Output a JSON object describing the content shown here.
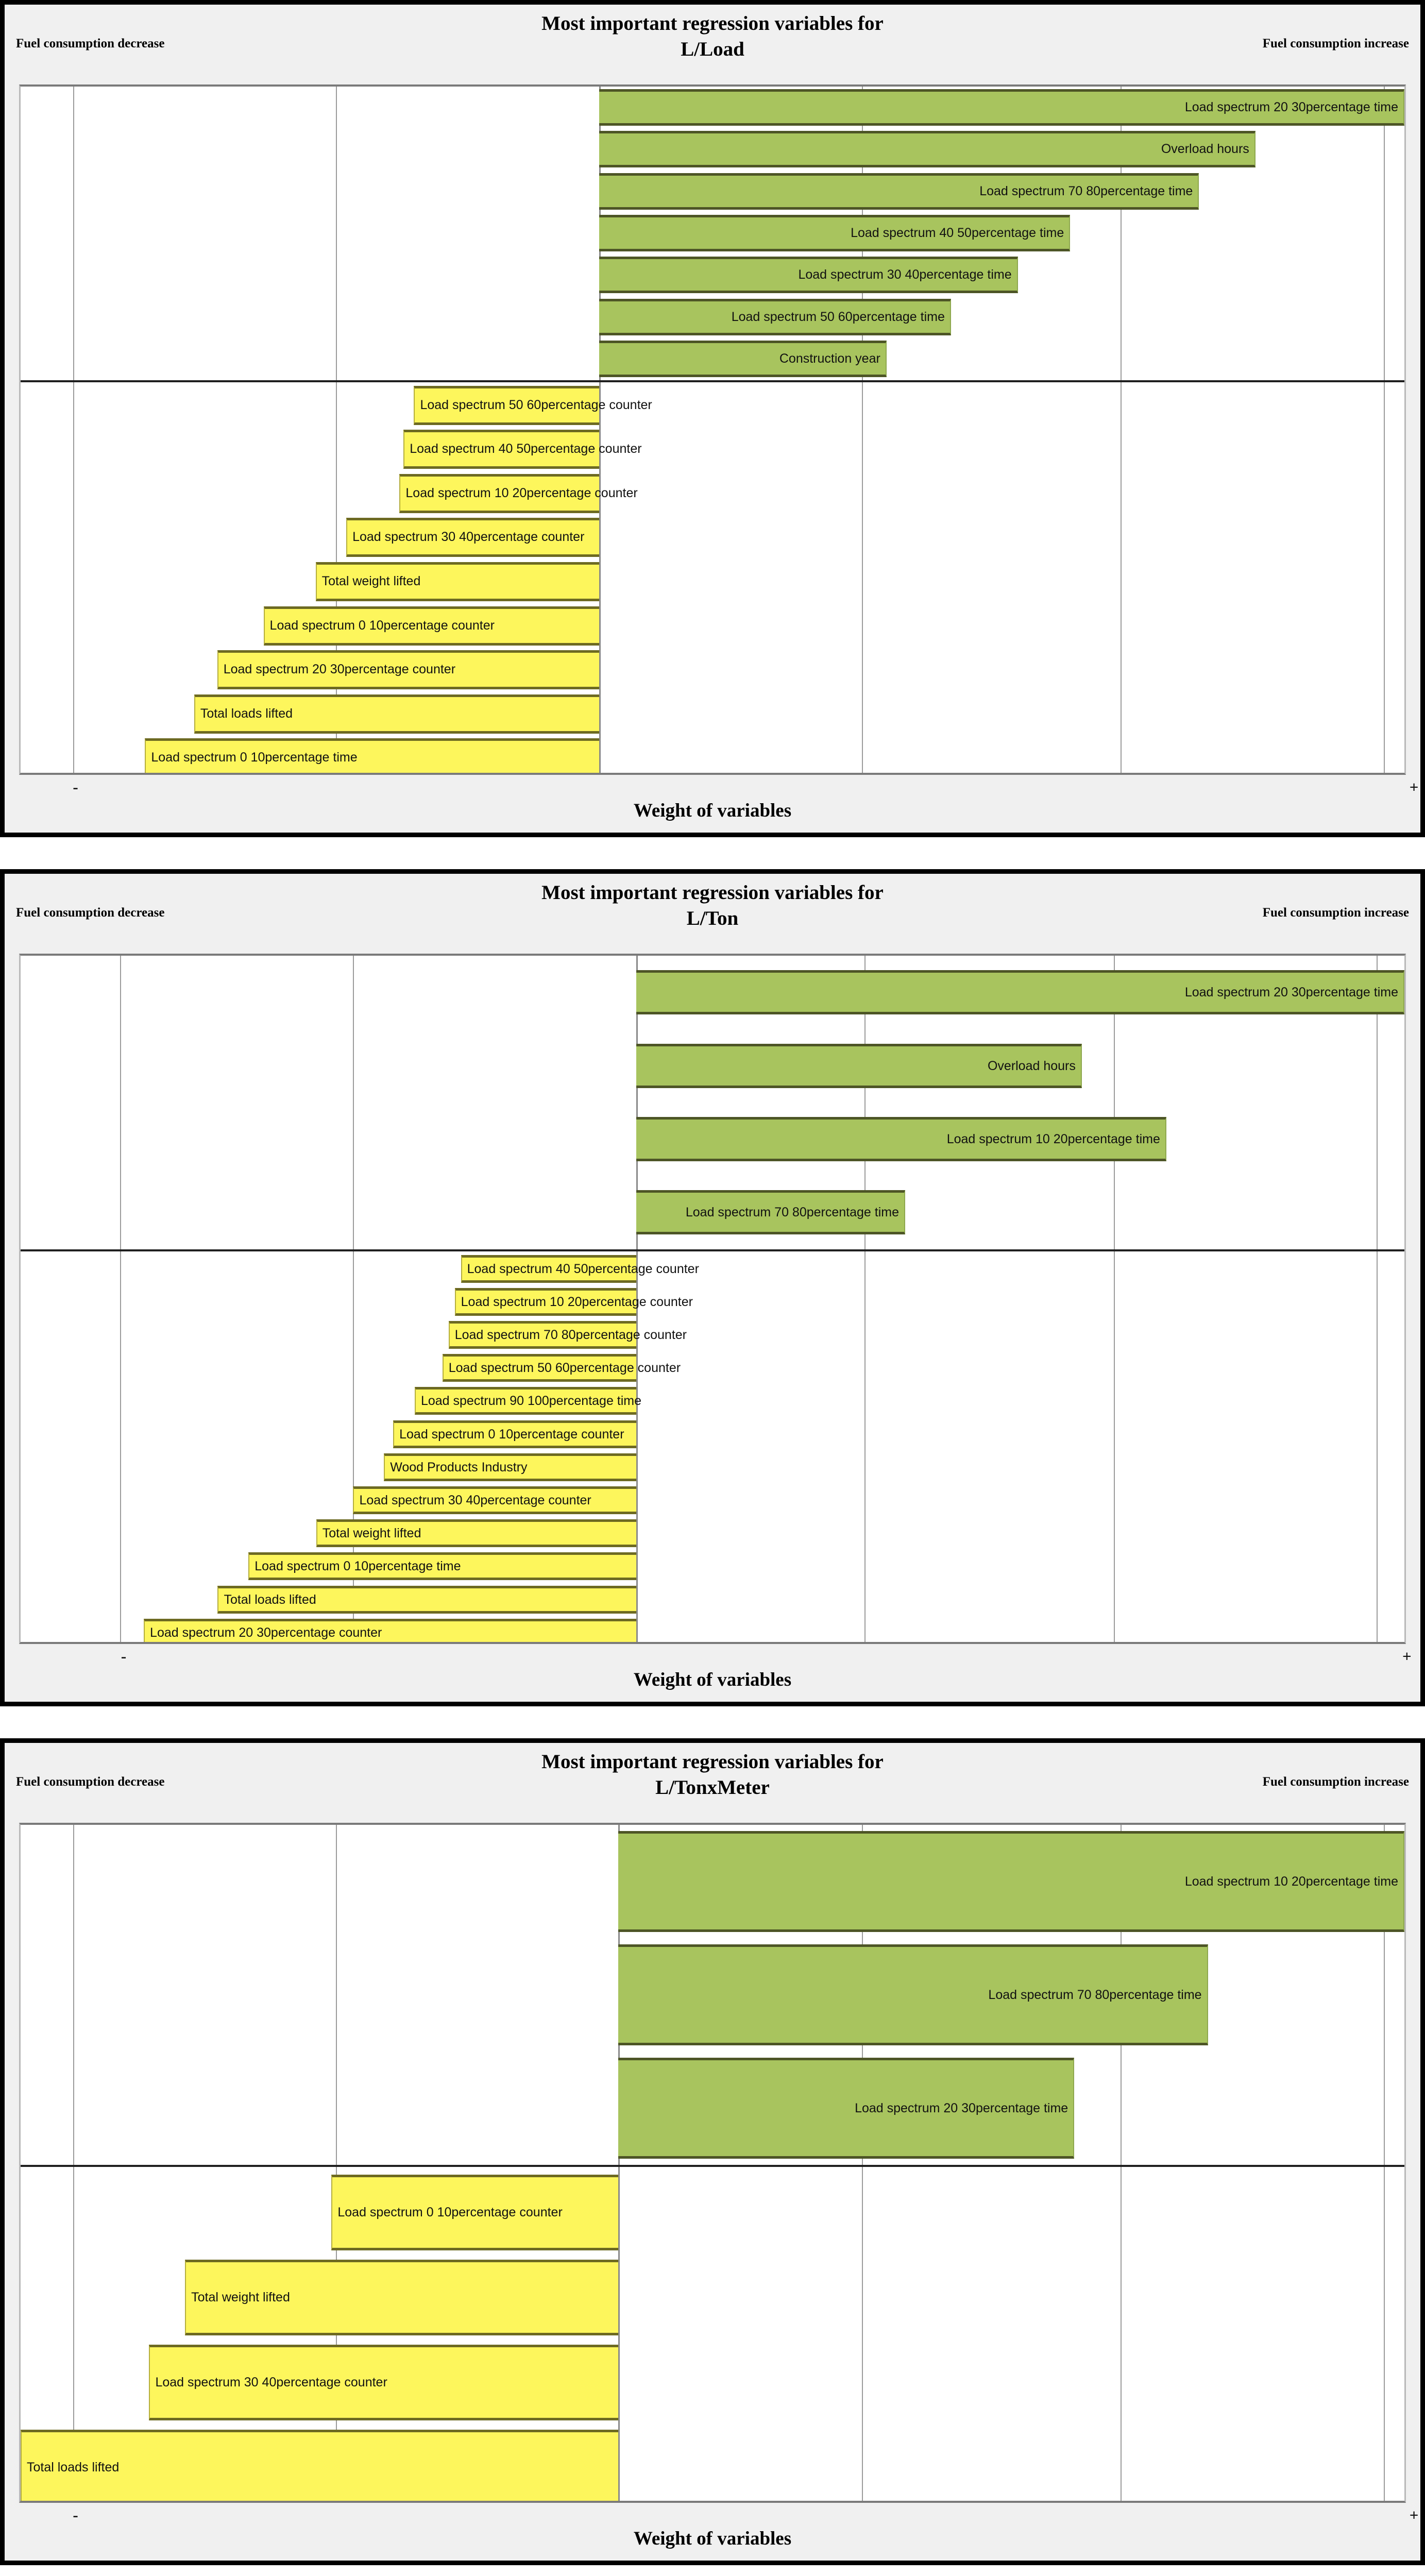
{
  "charts": [
    {
      "title_line1": "Most important regression variables for",
      "title_line2": "L/Load",
      "left_label": "Fuel consumption decrease",
      "right_label": "Fuel consumption increase",
      "axis_min_symbol": "-",
      "axis_max_symbol": "+",
      "xlabel": "Weight of variables",
      "chart_data": {
        "type": "bar",
        "title": "Most important regression variables for L/Load",
        "xlabel": "Weight of variables",
        "ylabel": "",
        "orientation": "horizontal",
        "grid": true,
        "legend": "none",
        "xlim": [
          -1.0,
          1.0
        ],
        "zero_fraction": 0.418,
        "positive_color": "#a8c45e",
        "negative_color": "#fdf65c",
        "categories": [
          "Load spectrum 20 30percentage time",
          "Overload hours",
          "Load spectrum 70 80percentage time",
          "Load spectrum 40 50percentage time",
          "Load spectrum 30 40percentage time",
          "Load spectrum 50 60percentage time",
          "Construction year",
          "Load spectrum 50 60percentage counter",
          "Load spectrum 40 50percentage counter",
          "Load spectrum 10 20percentage counter",
          "Load spectrum 30 40percentage counter",
          "Total weight lifted",
          "Load spectrum 0 10percentage counter",
          "Load spectrum 20 30percentage counter",
          "Total loads lifted",
          "Load spectrum 0 10percentage time"
        ],
        "values": [
          1.0,
          0.82,
          0.75,
          0.59,
          0.52,
          0.44,
          0.36,
          -0.32,
          -0.34,
          -0.35,
          -0.44,
          -0.49,
          -0.58,
          -0.66,
          -0.7,
          -0.78
        ]
      },
      "bars": [
        {
          "label": "Load spectrum 20 30percentage time",
          "sign": "pos",
          "extent": 1.0
        },
        {
          "label": "Overload hours",
          "sign": "pos",
          "extent": 0.815
        },
        {
          "label": "Load spectrum 70 80percentage time",
          "sign": "pos",
          "extent": 0.745
        },
        {
          "label": "Load spectrum 40 50percentage time",
          "sign": "pos",
          "extent": 0.585
        },
        {
          "label": "Load spectrum 30 40percentage time",
          "sign": "pos",
          "extent": 0.52
        },
        {
          "label": "Load spectrum 50 60percentage time",
          "sign": "pos",
          "extent": 0.437
        },
        {
          "label": "Construction year",
          "sign": "pos",
          "extent": 0.357
        },
        {
          "label": "Load spectrum 50 60percentage counter",
          "sign": "neg",
          "extent": 0.32
        },
        {
          "label": "Load spectrum 40 50percentage counter",
          "sign": "neg",
          "extent": 0.338
        },
        {
          "label": "Load spectrum 10 20percentage counter",
          "sign": "neg",
          "extent": 0.345
        },
        {
          "label": "Load spectrum 30 40percentage counter",
          "sign": "neg",
          "extent": 0.437
        },
        {
          "label": "Total weight lifted",
          "sign": "neg",
          "extent": 0.49
        },
        {
          "label": "Load spectrum 0 10percentage counter",
          "sign": "neg",
          "extent": 0.58
        },
        {
          "label": "Load spectrum 20 30percentage counter",
          "sign": "neg",
          "extent": 0.66
        },
        {
          "label": "Total loads lifted",
          "sign": "neg",
          "extent": 0.7
        },
        {
          "label": "Load spectrum 0 10percentage time",
          "sign": "neg",
          "extent": 0.785
        }
      ]
    },
    {
      "title_line1": "Most important regression variables for",
      "title_line2": "L/Ton",
      "left_label": "Fuel consumption decrease",
      "right_label": "Fuel consumption increase",
      "axis_min_symbol": "-",
      "axis_max_symbol": "+",
      "xlabel": "Weight of variables",
      "chart_data": {
        "type": "bar",
        "title": "Most important regression variables for L/Ton",
        "xlabel": "Weight of variables",
        "ylabel": "",
        "orientation": "horizontal",
        "grid": true,
        "legend": "none",
        "xlim": [
          -1.0,
          1.0
        ],
        "zero_fraction": 0.445,
        "positive_color": "#a8c45e",
        "negative_color": "#fdf65c",
        "categories": [
          "Load spectrum 20 30percentage time",
          "Overload hours",
          "Load spectrum 10 20percentage time",
          "Load spectrum 70 80percentage time",
          "Load spectrum 40 50percentage counter",
          "Load spectrum 10 20percentage counter",
          "Load spectrum 70 80percentage counter",
          "Load spectrum 50 60percentage counter",
          "Load spectrum 90 100percentage time",
          "Load spectrum 0 10percentage counter",
          "Wood Products Industry",
          "Load spectrum 30 40percentage counter",
          "Total weight lifted",
          "Load spectrum 0 10percentage time",
          "Total loads lifted",
          "Load spectrum 20 30percentage counter"
        ],
        "values": [
          1.0,
          0.58,
          0.68,
          0.34,
          -0.28,
          -0.29,
          -0.3,
          -0.31,
          -0.36,
          -0.39,
          -0.41,
          -0.46,
          -0.52,
          -0.63,
          -0.68,
          -0.8
        ]
      },
      "bars": [
        {
          "label": "Load spectrum 20 30percentage time",
          "sign": "pos",
          "extent": 1.0
        },
        {
          "label": "Overload hours",
          "sign": "pos",
          "extent": 0.58
        },
        {
          "label": "Load spectrum 10 20percentage time",
          "sign": "pos",
          "extent": 0.69
        },
        {
          "label": "Load spectrum 70 80percentage time",
          "sign": "pos",
          "extent": 0.35
        },
        {
          "label": "Load spectrum 40 50percentage counter",
          "sign": "neg",
          "extent": 0.285
        },
        {
          "label": "Load spectrum 10 20percentage counter",
          "sign": "neg",
          "extent": 0.295
        },
        {
          "label": "Load spectrum 70 80percentage counter",
          "sign": "neg",
          "extent": 0.305
        },
        {
          "label": "Load spectrum 50 60percentage counter",
          "sign": "neg",
          "extent": 0.315
        },
        {
          "label": "Load spectrum 90 100percentage time",
          "sign": "neg",
          "extent": 0.36
        },
        {
          "label": "Load spectrum 0 10percentage counter",
          "sign": "neg",
          "extent": 0.395
        },
        {
          "label": "Wood Products Industry",
          "sign": "neg",
          "extent": 0.41
        },
        {
          "label": "Load spectrum 30 40percentage counter",
          "sign": "neg",
          "extent": 0.46
        },
        {
          "label": "Total weight lifted",
          "sign": "neg",
          "extent": 0.52
        },
        {
          "label": "Load spectrum 0 10percentage time",
          "sign": "neg",
          "extent": 0.63
        },
        {
          "label": "Total loads lifted",
          "sign": "neg",
          "extent": 0.68
        },
        {
          "label": "Load spectrum 20 30percentage counter",
          "sign": "neg",
          "extent": 0.8
        }
      ]
    },
    {
      "title_line1": "Most important regression variables for",
      "title_line2": "L/TonxMeter",
      "left_label": "Fuel consumption decrease",
      "right_label": "Fuel consumption increase",
      "axis_min_symbol": "-",
      "axis_max_symbol": "+",
      "xlabel": "Weight of variables",
      "chart_data": {
        "type": "bar",
        "title": "Most important regression variables for L/TonxMeter",
        "xlabel": "Weight of variables",
        "ylabel": "",
        "orientation": "horizontal",
        "grid": true,
        "legend": "none",
        "xlim": [
          -1.0,
          1.0
        ],
        "zero_fraction": 0.432,
        "positive_color": "#a8c45e",
        "negative_color": "#fdf65c",
        "categories": [
          "Load spectrum 10 20percentage time",
          "Load spectrum 70 80percentage time",
          "Load spectrum 20 30percentage time",
          "Load spectrum 0 10percentage counter",
          "Total weight lifted",
          "Load spectrum 30 40percentage counter",
          "Total loads lifted"
        ],
        "values": [
          1.0,
          0.75,
          0.58,
          -0.48,
          -0.72,
          -0.78,
          -1.0
        ]
      },
      "bars": [
        {
          "label": "Load spectrum 10 20percentage time",
          "sign": "pos",
          "extent": 1.0
        },
        {
          "label": "Load spectrum 70 80percentage time",
          "sign": "pos",
          "extent": 0.75
        },
        {
          "label": "Load spectrum 20 30percentage time",
          "sign": "pos",
          "extent": 0.58
        },
        {
          "label": "Load spectrum 0 10percentage counter",
          "sign": "neg",
          "extent": 0.48
        },
        {
          "label": "Total weight lifted",
          "sign": "neg",
          "extent": 0.725
        },
        {
          "label": "Load spectrum 30 40percentage counter",
          "sign": "neg",
          "extent": 0.785
        },
        {
          "label": "Total loads lifted",
          "sign": "neg",
          "extent": 1.0
        }
      ]
    }
  ]
}
